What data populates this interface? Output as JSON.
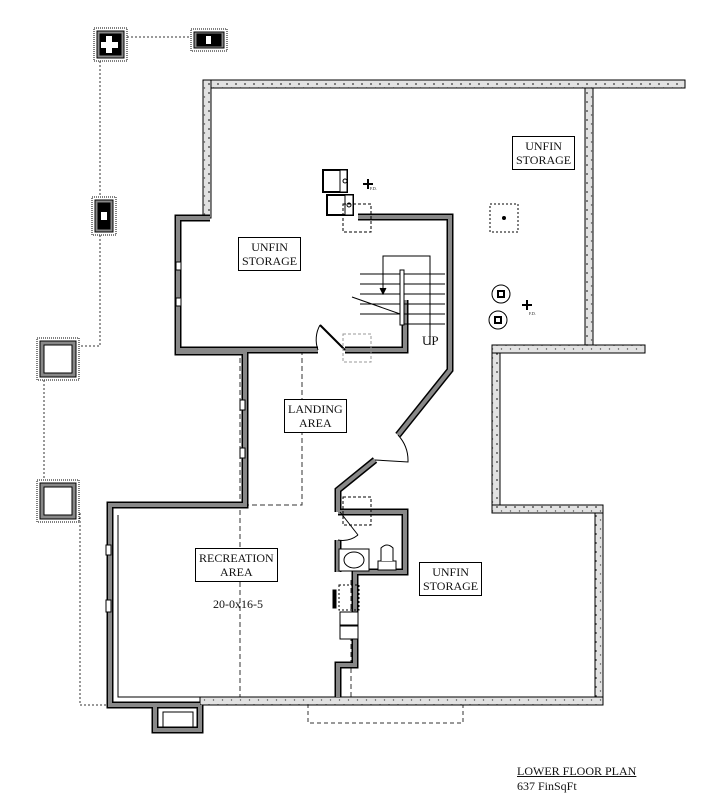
{
  "plan": {
    "title": "LOWER FLOOR PLAN",
    "area": "637 FinSqFt"
  },
  "rooms": {
    "storage_top_right": {
      "line1": "UNFIN",
      "line2": "STORAGE"
    },
    "storage_left": {
      "line1": "UNFIN",
      "line2": "STORAGE"
    },
    "landing": {
      "line1": "LANDING",
      "line2": "AREA"
    },
    "recreation": {
      "line1": "RECREATION",
      "line2": "AREA",
      "dimensions": "20-0x16-5"
    },
    "storage_bottom_right": {
      "line1": "UNFIN",
      "line2": "STORAGE"
    }
  },
  "stair": {
    "label": "UP"
  },
  "floor_drain": {
    "label": "F.D."
  },
  "colors": {
    "wall": "#888888",
    "concrete": "#d8d8d8",
    "ink": "#111111"
  }
}
